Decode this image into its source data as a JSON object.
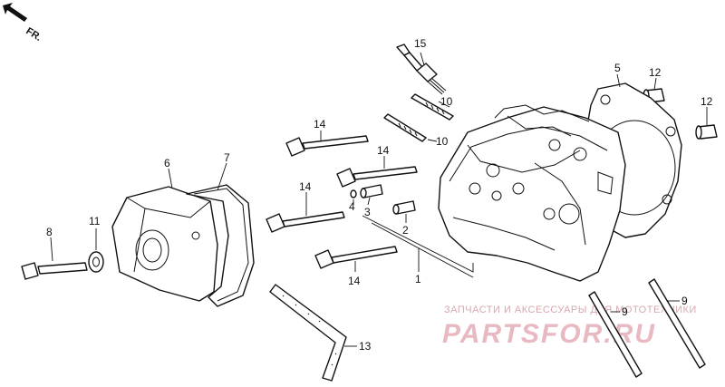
{
  "direction_marker": {
    "label": "FR.",
    "icon": "arrow-up-left-icon"
  },
  "callouts": [
    {
      "id": "c15",
      "label": "15"
    },
    {
      "id": "c5",
      "label": "5"
    },
    {
      "id": "c12a",
      "label": "12"
    },
    {
      "id": "c12b",
      "label": "12"
    },
    {
      "id": "c10a",
      "label": "10"
    },
    {
      "id": "c10b",
      "label": "10"
    },
    {
      "id": "c14a",
      "label": "14"
    },
    {
      "id": "c14b",
      "label": "14"
    },
    {
      "id": "c14c",
      "label": "14"
    },
    {
      "id": "c14d",
      "label": "14"
    },
    {
      "id": "c6",
      "label": "6"
    },
    {
      "id": "c7",
      "label": "7"
    },
    {
      "id": "c4",
      "label": "4"
    },
    {
      "id": "c3",
      "label": "3"
    },
    {
      "id": "c2",
      "label": "2"
    },
    {
      "id": "c1",
      "label": "1"
    },
    {
      "id": "c8",
      "label": "8"
    },
    {
      "id": "c11",
      "label": "11"
    },
    {
      "id": "c13",
      "label": "13"
    },
    {
      "id": "c9a",
      "label": "9"
    },
    {
      "id": "c9b",
      "label": "9"
    }
  ],
  "watermark": {
    "line1": "ЗАПЧАСТИ И АКСЕССУАРЫ ДЛЯ МОТОТЕХНИКИ",
    "line2": "PARTSFOR.RU",
    "color": "#e8b9c0"
  }
}
